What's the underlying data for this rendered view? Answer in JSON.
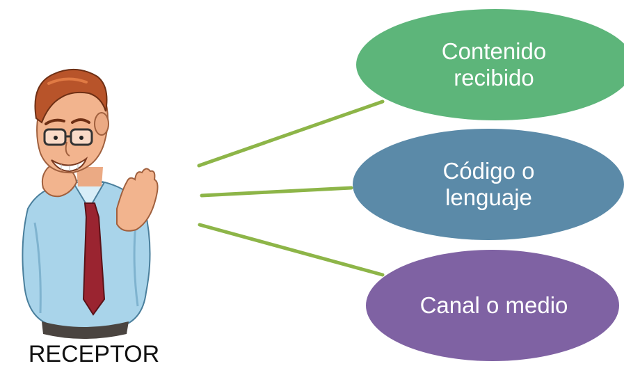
{
  "receptor": {
    "label": "RECEPTOR",
    "figure_icon": "confused-man-illustration"
  },
  "nodes": [
    {
      "id": "contenido",
      "label": "Contenido\nrecibido",
      "color": "#5db57a"
    },
    {
      "id": "codigo",
      "label": "Código o\nlenguaje",
      "color": "#5b8aa8"
    },
    {
      "id": "canal",
      "label": "Canal  o medio",
      "color": "#7f62a3"
    }
  ],
  "connector_color": "#8db548"
}
